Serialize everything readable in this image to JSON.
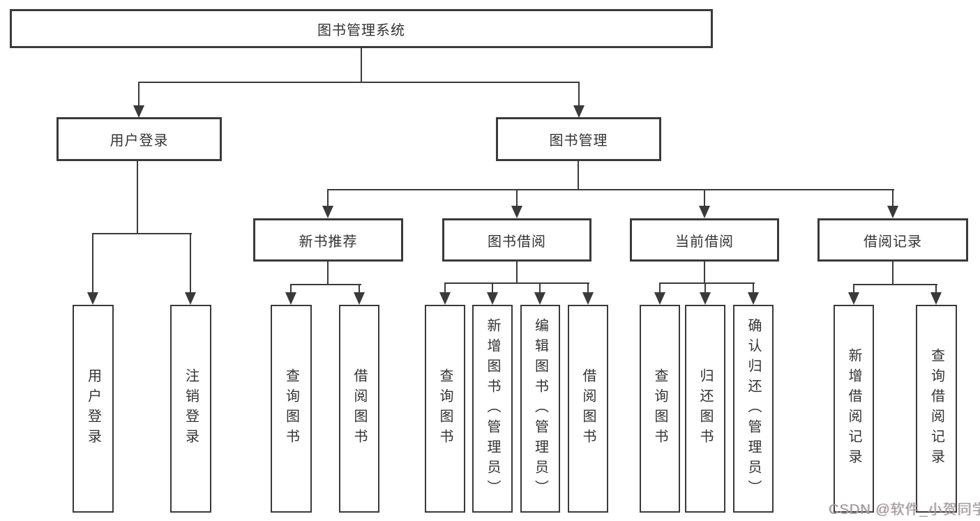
{
  "nodes": {
    "root": {
      "label": "图书管理系统"
    },
    "level2": [
      {
        "label": "用户登录",
        "parent": "图书管理系统"
      },
      {
        "label": "图书管理",
        "parent": "图书管理系统"
      }
    ],
    "level3": [
      {
        "label": "新书推荐",
        "parent": "图书管理"
      },
      {
        "label": "图书借阅",
        "parent": "图书管理"
      },
      {
        "label": "当前借阅",
        "parent": "图书管理"
      },
      {
        "label": "借阅记录",
        "parent": "图书管理"
      }
    ],
    "leaves": [
      {
        "label": "用户登录",
        "parent": "用户登录"
      },
      {
        "label": "注销登录",
        "parent": "用户登录"
      },
      {
        "label": "查询图书",
        "parent": "新书推荐"
      },
      {
        "label": "借阅图书",
        "parent": "新书推荐"
      },
      {
        "label": "查询图书",
        "parent": "图书借阅"
      },
      {
        "label": "新增图书（管理员）",
        "parent": "图书借阅"
      },
      {
        "label": "编辑图书（管理员）",
        "parent": "图书借阅"
      },
      {
        "label": "借阅图书",
        "parent": "图书借阅"
      },
      {
        "label": "查询图书",
        "parent": "当前借阅"
      },
      {
        "label": "归还图书",
        "parent": "当前借阅"
      },
      {
        "label": "确认归还（管理员）",
        "parent": "当前借阅"
      },
      {
        "label": "新增借阅记录",
        "parent": "借阅记录"
      },
      {
        "label": "查询借阅记录",
        "parent": "借阅记录"
      }
    ]
  },
  "watermark": {
    "text": "CSDN @软件_小贺同学"
  },
  "colors": {
    "line": "#3a3a3a",
    "text": "#333333",
    "background": "#ffffff",
    "watermark": "#9f9f9f"
  }
}
